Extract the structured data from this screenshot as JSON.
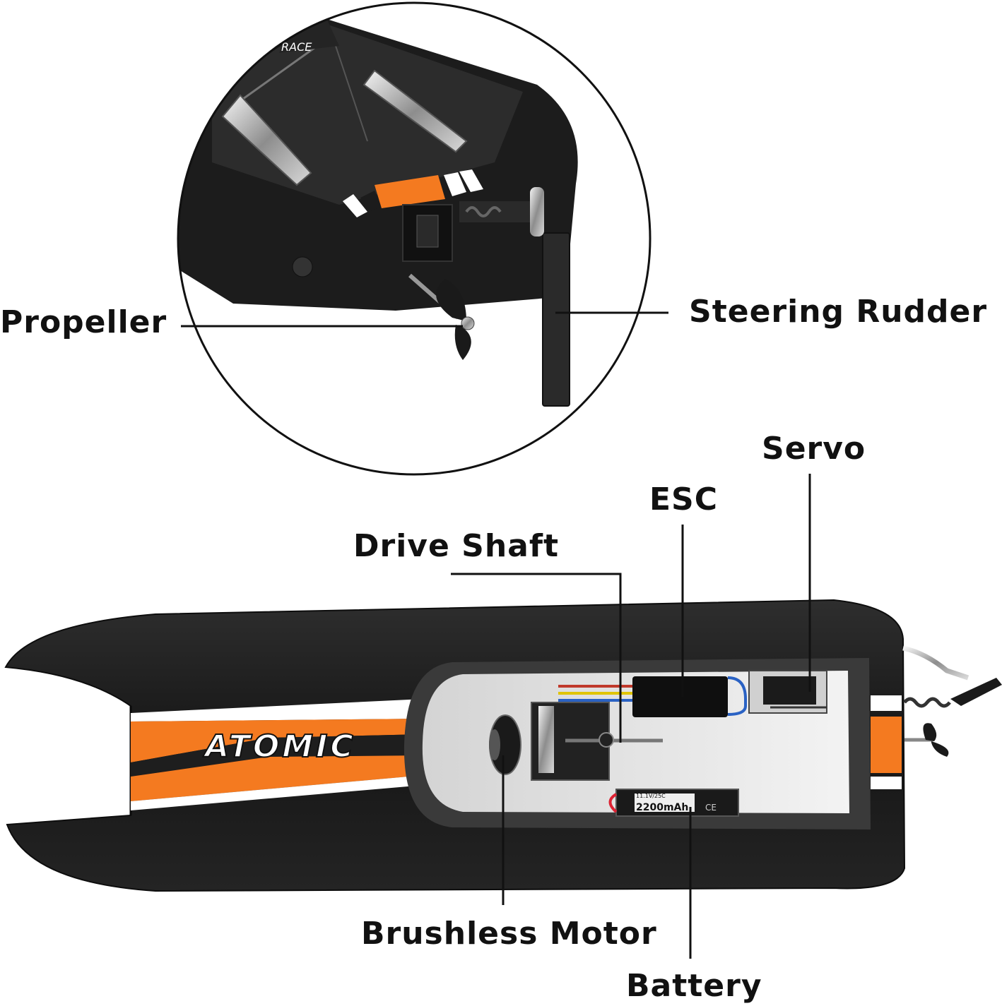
{
  "labels": {
    "propeller": "Propeller",
    "steering_rudder": "Steering Rudder",
    "servo": "Servo",
    "esc": "ESC",
    "drive_shaft": "Drive Shaft",
    "brushless_motor": "Brushless Motor",
    "battery": "Battery"
  },
  "boat": {
    "brand_text": "ATOMIC",
    "battery_spec": "11.1V/25C",
    "battery_capacity": "2200mAh",
    "battery_mark": "CE",
    "rear_badge": "RACE"
  },
  "colors": {
    "hull": "#1b1b1b",
    "accent_orange": "#f47a20",
    "interior": "#ececec",
    "callout_line": "#111111"
  }
}
